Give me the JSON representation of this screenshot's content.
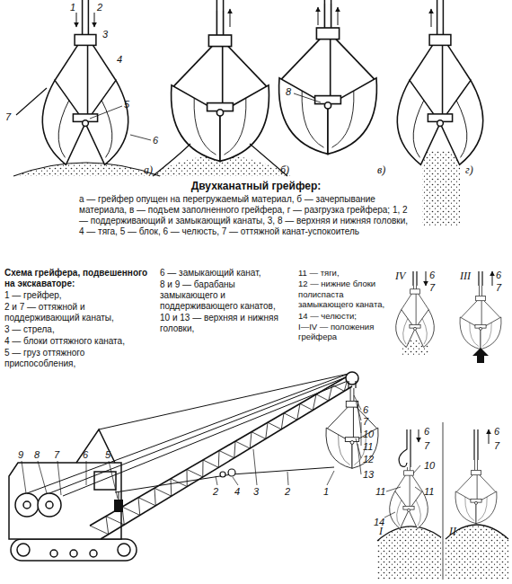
{
  "diagram": {
    "labels": [
      "1",
      "2",
      "3",
      "4",
      "5",
      "7",
      "6",
      "а)",
      "8",
      "б)",
      "в)",
      "г)",
      "Двухканатный грейфер:",
      "а — грейфер опущен на перегружаемый материал, б — зачерпывание материала, в — подъем заполненного грейфера, г — разгрузка грейфера; 1, 2 — поддерживающий и замыкающий канаты, 3, 8 — верхняя и нижняя головки, 4 — тяга, 5 — блок, 6 — челюсть, 7 — оттяжной канат-успокоитель",
      "Схема грейфера, подвешенного на экскаваторе:",
      "1 — грейфер,",
      "2 и 7 — оттяжной и поддерживающий канаты,",
      "3 — стрела,",
      "4 — блоки оттяжного каната,",
      "5 — груз оттяжного приспособления,",
      "6 — замыкающий канат,",
      "8 и 9 — барабаны замыкающего и поддерживающего канатов,",
      "10 и 13 — верхняя и нижняя головки,",
      "11 — тяги,",
      "12 — нижние блоки полиспаста замыкающего каната,",
      "14 — челюсти;",
      "I—IV — положения грейфера",
      "9",
      "8",
      "7",
      "6",
      "5",
      "2",
      "4",
      "3",
      "2",
      "1",
      "6",
      "7",
      "10",
      "11",
      "12",
      "13",
      "IV",
      "6",
      "7",
      "III",
      "6",
      "7",
      "I",
      "6",
      "7",
      "10",
      "11",
      "11",
      "14",
      "II",
      "6",
      "7"
    ]
  }
}
